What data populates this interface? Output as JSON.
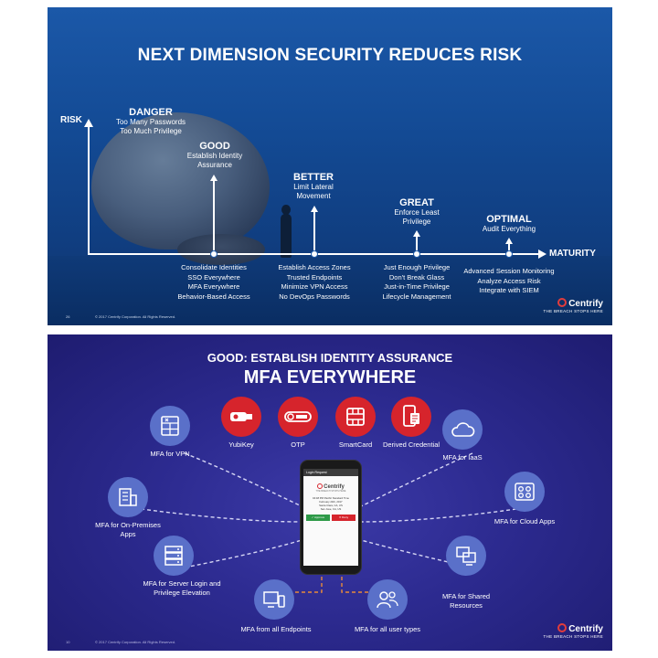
{
  "slide1": {
    "title": "NEXT DIMENSION SECURITY REDUCES RISK",
    "axis_y": "RISK",
    "axis_x": "MATURITY",
    "stages": [
      {
        "heading": "DANGER",
        "desc": [
          "Too Many Passwords",
          "Too Much Privilege"
        ],
        "items": []
      },
      {
        "heading": "GOOD",
        "desc": [
          "Establish Identity",
          "Assurance"
        ],
        "items": [
          "Consolidate Identities",
          "SSO Everywhere",
          "MFA Everywhere",
          "Behavior-Based Access"
        ]
      },
      {
        "heading": "BETTER",
        "desc": [
          "Limit Lateral",
          "Movement"
        ],
        "items": [
          "Establish Access Zones",
          "Trusted Endpoints",
          "Minimize VPN Access",
          "No DevOps Passwords"
        ]
      },
      {
        "heading": "GREAT",
        "desc": [
          "Enforce Least",
          "Privilege"
        ],
        "items": [
          "Just Enough Privilege",
          "Don't Break Glass",
          "Just-in-Time Privilege",
          "Lifecycle Management"
        ]
      },
      {
        "heading": "OPTIMAL",
        "desc": [
          "Audit Everything"
        ],
        "items": [
          "Advanced Session Monitoring",
          "Analyze Access Risk",
          "Integrate with SIEM"
        ]
      }
    ],
    "page_number": "26",
    "copyright": "© 2017 Centrify Corporation. All Rights Reserved.",
    "brand": {
      "name": "Centrify",
      "tagline": "THE BREACH STOPS HERE"
    }
  },
  "slide2": {
    "subtitle": "GOOD: ESTABLISH IDENTITY ASSURANCE",
    "title": "MFA EVERYWHERE",
    "factors": [
      {
        "label": "YubiKey",
        "icon": "usb-key-icon"
      },
      {
        "label": "OTP",
        "icon": "otp-token-icon"
      },
      {
        "label": "SmartCard",
        "icon": "smartcard-chip-icon"
      },
      {
        "label": "Derived Credential",
        "icon": "mobile-credential-icon"
      }
    ],
    "targets": {
      "vpn": "MFA for VPN",
      "iaas": "MFA for IaaS",
      "onprem": "MFA for On-Premises Apps",
      "cloud": "MFA for Cloud Apps",
      "server": "MFA for Server Login and Privilege Elevation",
      "shared": "MFA for Shared Resources",
      "endpoints": "MFA from all Endpoints",
      "usertypes": "MFA for all user types"
    },
    "phone": {
      "header": "Login Request",
      "logo": "Centrify",
      "tagline": "THE BREACH STOPS HERE",
      "text": [
        "04:48 PM Pacific Standard Time",
        "February 24th, 2017",
        "",
        "Santa Clara, CA, US",
        "San Jose, CA, US"
      ],
      "approve": "✓ Approve",
      "deny": "✕ Deny"
    },
    "page_number": "10",
    "copyright": "© 2017 Centrify Corporation. All Rights Reserved.",
    "brand": {
      "name": "Centrify",
      "tagline": "THE BREACH STOPS HERE"
    }
  }
}
